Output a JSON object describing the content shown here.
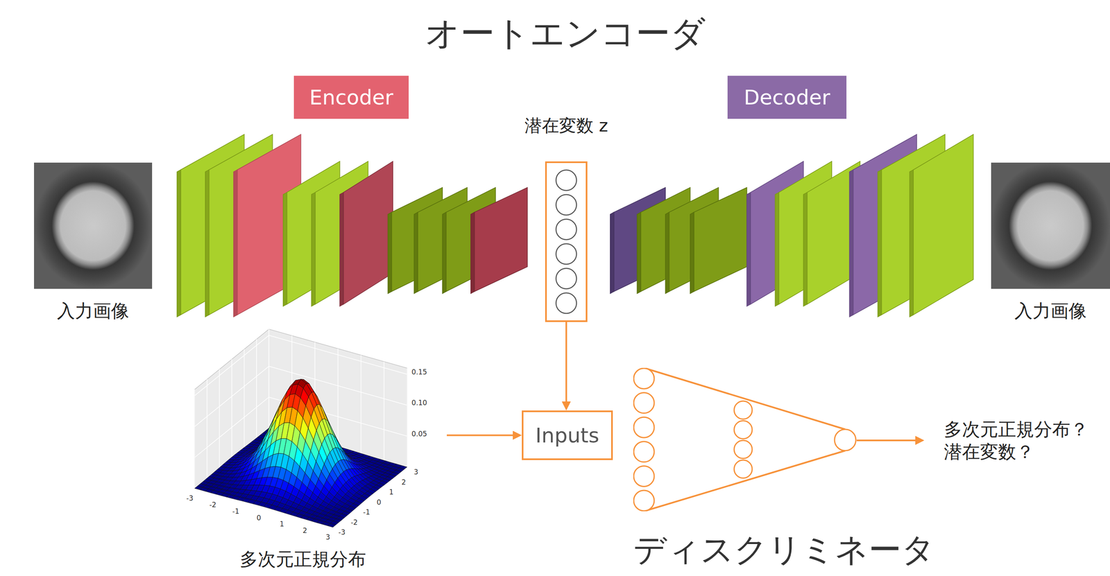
{
  "diagram": {
    "title": "オートエンコーダ",
    "nodes": [
      {
        "text": [
          "Encoder"
        ]
      },
      {
        "text": [
          "Decoder"
        ]
      },
      {
        "text": [
          "潜在変数 z"
        ]
      },
      {
        "text": [
          "入力画像"
        ]
      },
      {
        "text": [
          "入力画像"
        ]
      },
      {
        "text": [
          "多次元正規分布"
        ]
      },
      {
        "text": [
          "Inputs"
        ]
      },
      {
        "text": [
          "ディスクリミネータ"
        ]
      },
      {
        "text": [
          "多次元正規分布？ 潜在変数？"
        ]
      }
    ],
    "edges": [
      {
        "from": 2,
        "to": 6,
        "arrow": "to"
      },
      {
        "from": 5,
        "to": 6,
        "arrow": "to"
      },
      {
        "from": 7,
        "to": 8,
        "arrow": "to"
      }
    ],
    "labels": [
      "0.15",
      "0.10",
      "0.05",
      "-3",
      "-2",
      "-1",
      "0",
      "1",
      "2",
      "3",
      "3",
      "2",
      "1",
      "0",
      "-1",
      "-2",
      "-3"
    ]
  }
}
